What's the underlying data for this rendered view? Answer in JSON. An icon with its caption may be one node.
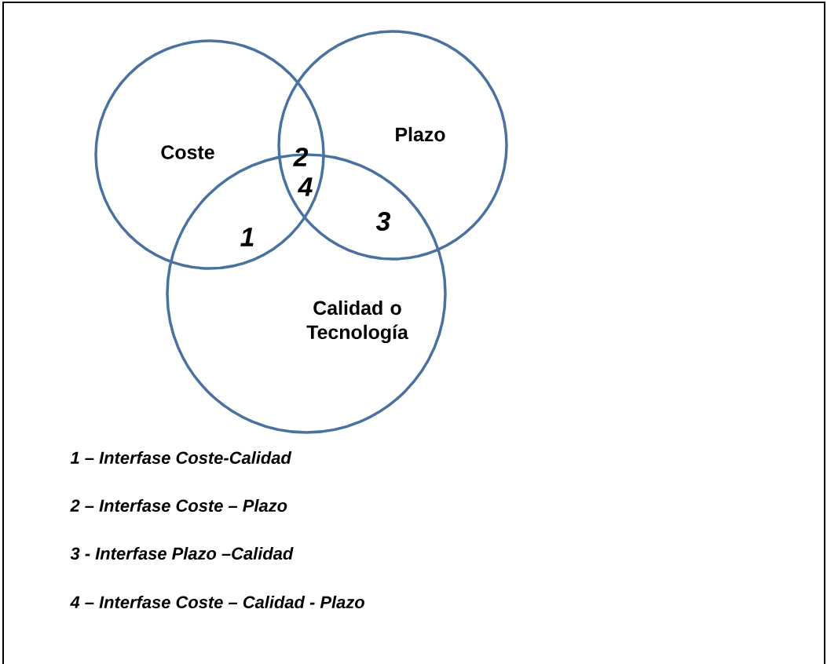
{
  "diagram": {
    "nodes": [
      {
        "text": [
          "Coste"
        ]
      },
      {
        "text": [
          "Plazo"
        ]
      },
      {
        "text": [
          "Calidad o Tecnología"
        ]
      }
    ],
    "edges": [],
    "labels": [
      "2",
      "4",
      "1",
      "3",
      "1 – Interfase Coste-Calidad",
      "2 – Interfase Coste – Plazo",
      "3 - Interfase Plazo –Calidad",
      "4 – Interfase Coste – Calidad - Plazo"
    ]
  }
}
